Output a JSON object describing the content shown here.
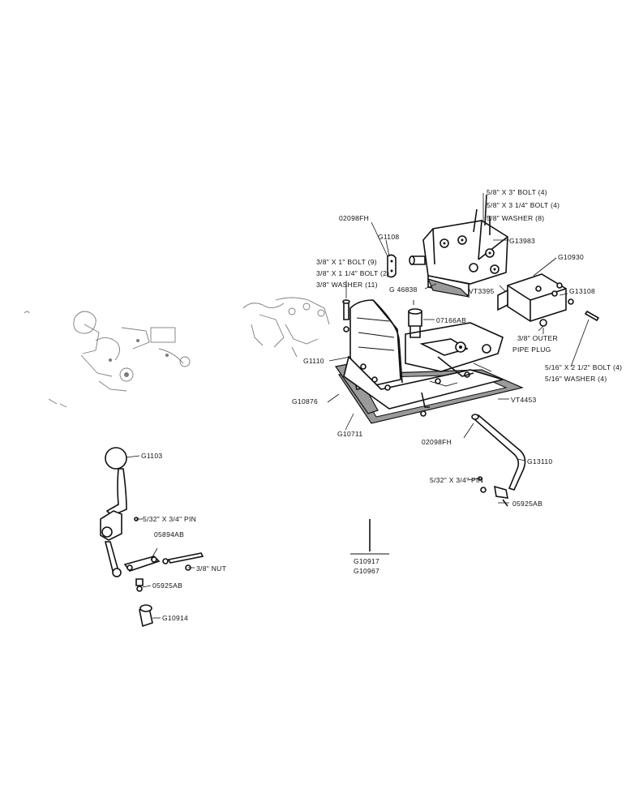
{
  "labels": {
    "bolt_3in": "5/8\" X 3\" BOLT (4)",
    "bolt_3_25": "5/8\" X 3 1/4\" BOLT (4)",
    "washer_8": "5/8\" WASHER (8)",
    "p02098fh_top": "02098FH",
    "g1108": "G1108",
    "g13983": "G13983",
    "g10930": "G10930",
    "bolt_1in": "3/8\" X 1\" BOLT (9)",
    "bolt_1_25": "3/8\" X 1 1/4\" BOLT (2)",
    "washer_11": "3/8\" WASHER (11)",
    "g46838": "G 46838",
    "vt3395": "VT3395",
    "g13108": "G13108",
    "p07166ab": "07166AB",
    "outer_plug_1": "3/8\" OUTER",
    "outer_plug_2": "PIPE PLUG",
    "g1110": "G1110",
    "bolt_2_5": "5/16\" X 2 1/2\" BOLT (4)",
    "washer_4": "5/16\" WASHER (4)",
    "g10876": "G10876",
    "vt4453": "VT4453",
    "g10711": "G10711",
    "p02098fh_bot": "02098FH",
    "g1103": "G1103",
    "g13110": "G13110",
    "pin_right": "5/32\" X 3/4\" PIN",
    "p05925ab_right": "05925AB",
    "pin_left": "5/32\" X 3/4\" PIN",
    "p05894ab": "05894AB",
    "nut": "3/8\" NUT",
    "p05925ab_left": "05925AB",
    "g10914": "G10914",
    "g10917": "G10917",
    "g10967": "G10967"
  }
}
